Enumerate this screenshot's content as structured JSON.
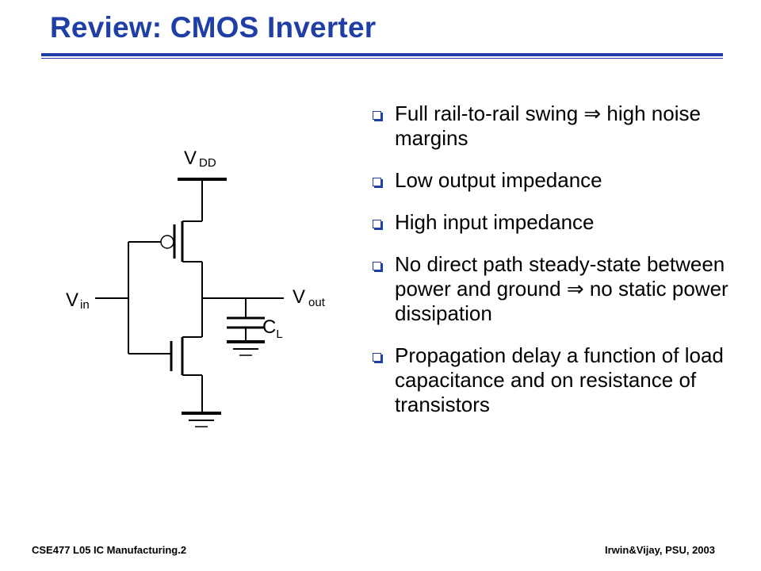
{
  "slide": {
    "title": "Review:  CMOS Inverter"
  },
  "diagram": {
    "vdd_main": "V",
    "vdd_sub": "DD",
    "vin_main": "V",
    "vin_sub": "in",
    "vout_main": "V",
    "vout_sub": "out",
    "cl_main": "C",
    "cl_sub": "L"
  },
  "bullets": [
    "Full rail-to-rail swing ⇒ high noise margins",
    "Low output impedance",
    "High input impedance",
    "No direct path steady-state between power and ground ⇒ no static power dissipation",
    "Propagation delay a function of load capacitance and on resistance of transistors"
  ],
  "footer": {
    "left": "CSE477  L05 IC Manufacturing.2",
    "right": "Irwin&Vijay, PSU, 2003"
  }
}
